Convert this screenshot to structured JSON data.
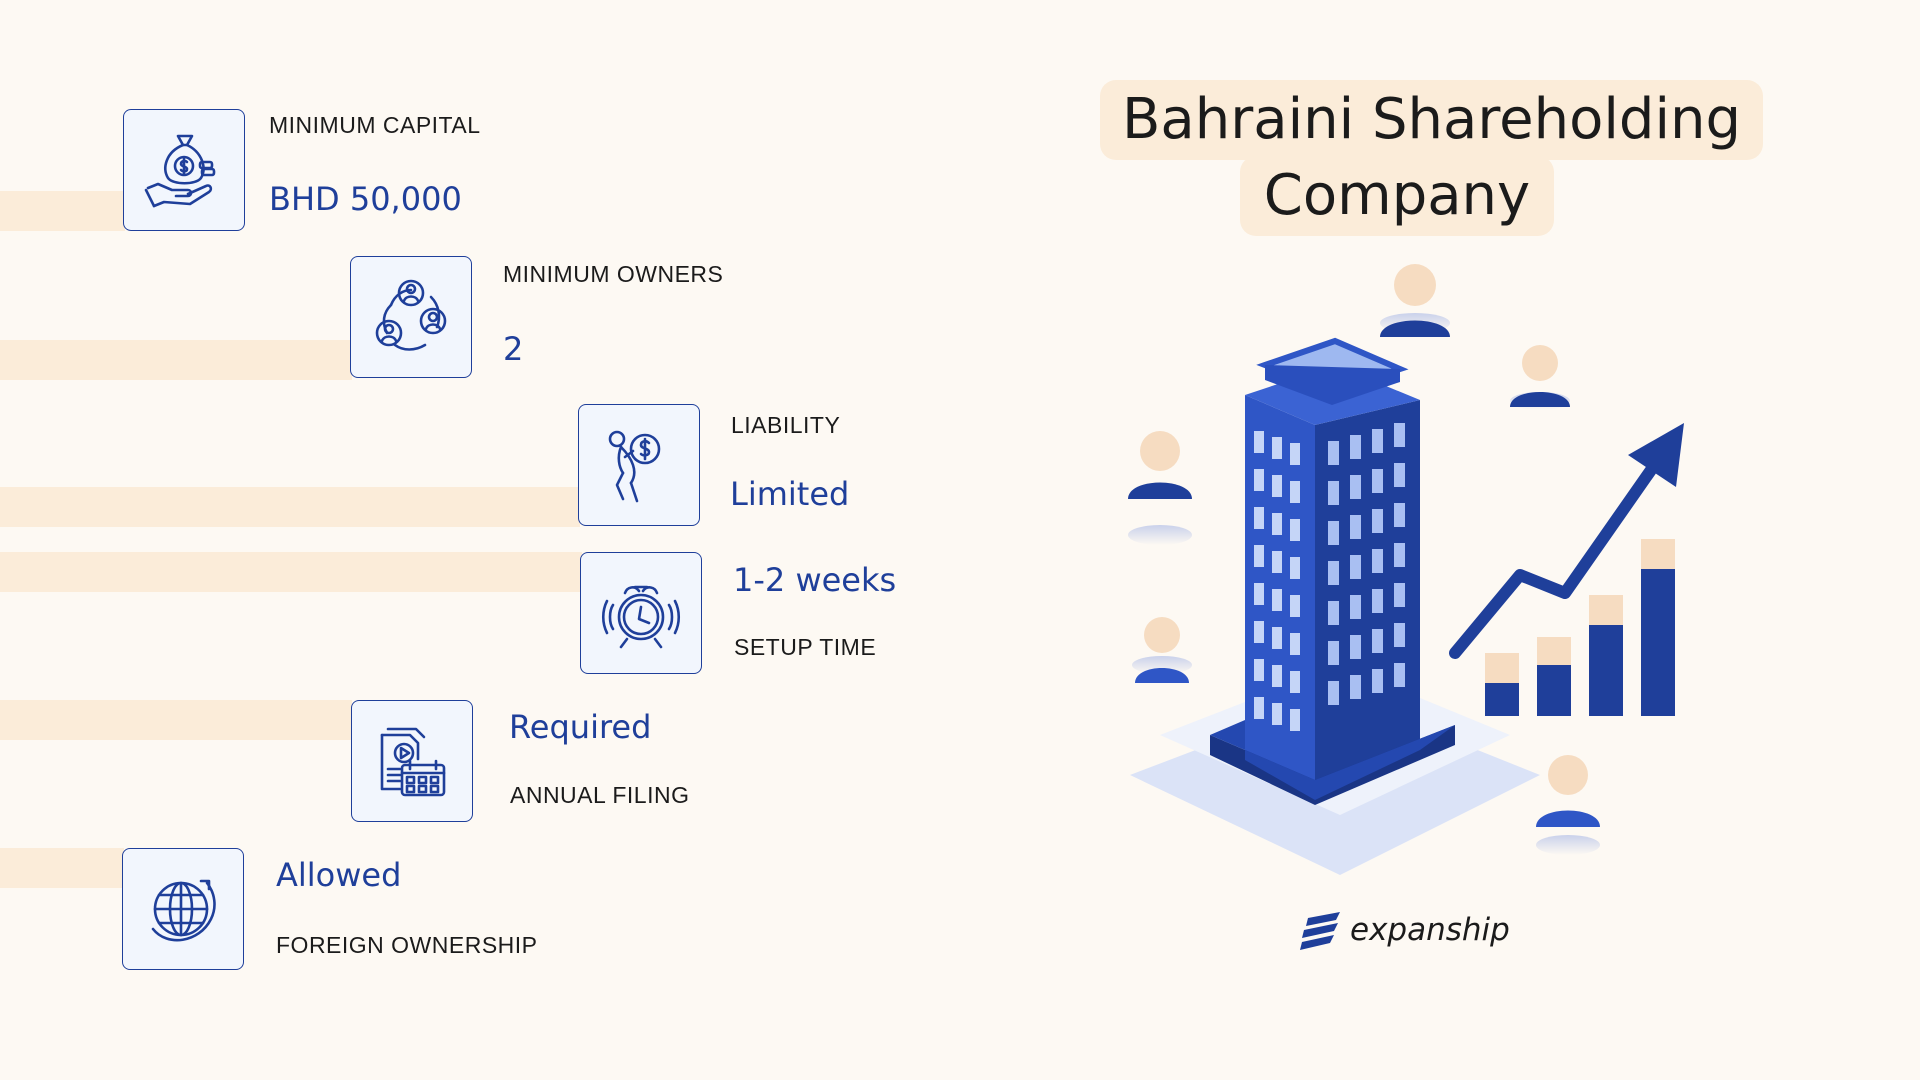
{
  "title": {
    "line1": "Bahraini Shareholding",
    "line2": "Company"
  },
  "facts": [
    {
      "label": "MINIMUM CAPITAL",
      "value": "BHD 50,000",
      "icon": "money-bag-hand-icon"
    },
    {
      "label": "MINIMUM OWNERS",
      "value": "2",
      "icon": "owners-cycle-icon"
    },
    {
      "label": "LIABILITY",
      "value": "Limited",
      "icon": "person-carrying-money-icon"
    },
    {
      "label": "SETUP TIME",
      "value": "1-2 weeks",
      "icon": "alarm-clock-icon"
    },
    {
      "label": "ANNUAL FILING",
      "value": "Required",
      "icon": "document-calendar-icon"
    },
    {
      "label": "FOREIGN OWNERSHIP",
      "value": "Allowed",
      "icon": "globe-arrow-icon"
    }
  ],
  "brand": {
    "name": "expanship",
    "icon": "expanship-logo-icon"
  },
  "colors": {
    "background": "#fdf9f3",
    "band": "#fbecd9",
    "primary_blue": "#1f3f9a",
    "text": "#1b1b1b"
  }
}
